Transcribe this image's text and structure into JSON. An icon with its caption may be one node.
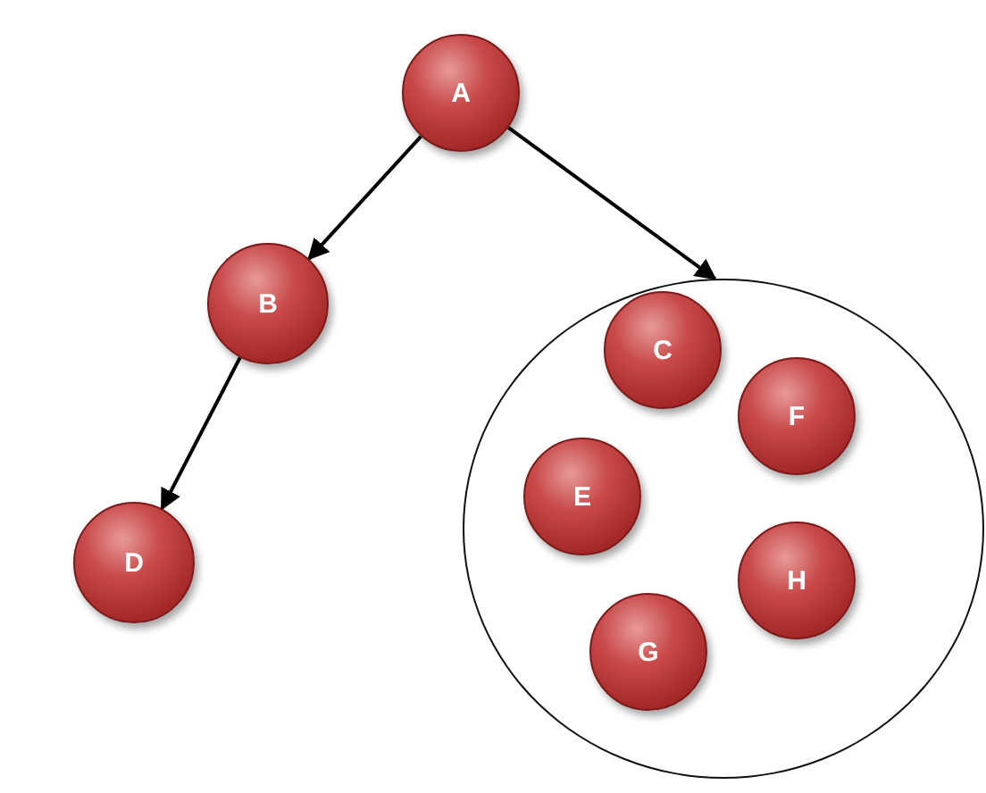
{
  "diagram": {
    "nodes": [
      {
        "text": [
          "A"
        ]
      },
      {
        "text": [
          "B"
        ]
      },
      {
        "text": [],
        "shape": "circle"
      },
      {
        "text": [
          "C"
        ],
        "in": 2
      },
      {
        "text": [
          "F"
        ],
        "in": 2
      },
      {
        "text": [
          "E"
        ],
        "in": 2
      },
      {
        "text": [
          "H"
        ],
        "in": 2
      },
      {
        "text": [
          "G"
        ],
        "in": 2
      },
      {
        "text": [
          "D"
        ]
      }
    ],
    "edges": [
      {
        "from": 0,
        "to": 1,
        "arrow": "to"
      },
      {
        "from": 0,
        "to": 2,
        "arrow": "to"
      },
      {
        "from": 1,
        "to": 8,
        "arrow": "to"
      }
    ]
  }
}
